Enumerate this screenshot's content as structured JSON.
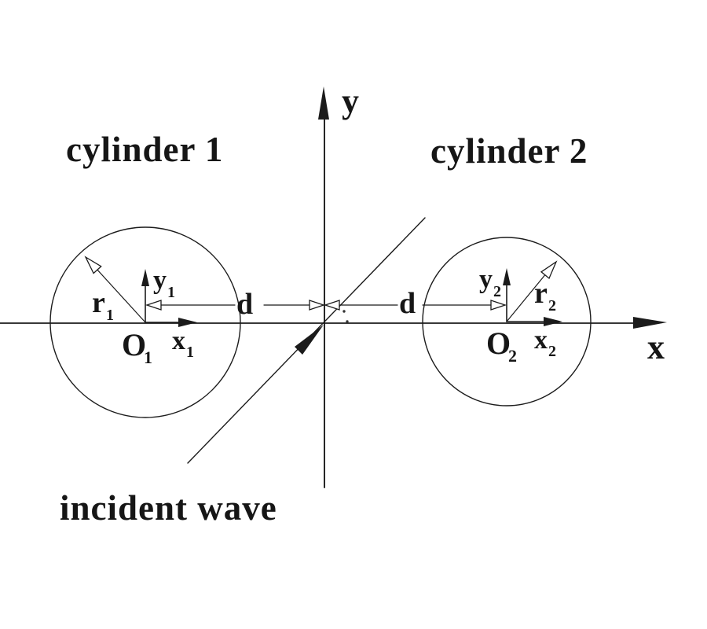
{
  "colors": {
    "background": "#ffffff",
    "ink": "#1b1b1b"
  },
  "labels": {
    "cylinder1_title": "cylinder 1",
    "cylinder2_title": "cylinder 2",
    "incident_wave": "incident wave",
    "global_axis": {
      "x": "x",
      "y": "y"
    },
    "distance": {
      "left": "d",
      "right": "d"
    },
    "cylinder1": {
      "origin": {
        "base": "O",
        "sub": "1"
      },
      "x_axis": {
        "base": "x",
        "sub": "1"
      },
      "y_axis": {
        "base": "y",
        "sub": "1"
      },
      "radius": {
        "base": "r",
        "sub": "1"
      }
    },
    "cylinder2": {
      "origin": {
        "base": "O",
        "sub": "2"
      },
      "x_axis": {
        "base": "x",
        "sub": "2"
      },
      "y_axis": {
        "base": "y",
        "sub": "2"
      },
      "radius": {
        "base": "r",
        "sub": "2"
      }
    }
  }
}
